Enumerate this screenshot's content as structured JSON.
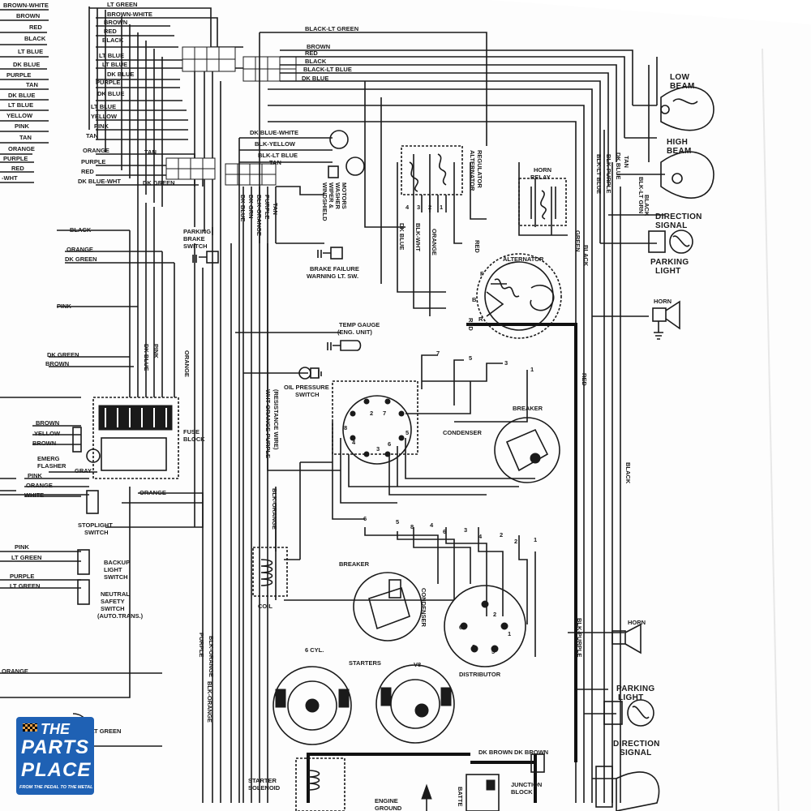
{
  "components": {
    "low_beam": [
      "LOW",
      "BEAM"
    ],
    "high_beam": [
      "HIGH",
      "BEAM"
    ],
    "direction_signal_top": [
      "DIRECTION",
      "SIGNAL"
    ],
    "parking_light_top": [
      "PARKING",
      "LIGHT"
    ],
    "horn_top": "HORN",
    "horn_relay": [
      "HORN",
      "RELAY"
    ],
    "alternator_regulator": [
      "ALTERNATOR",
      "REGULATOR"
    ],
    "alternator": "ALTERNATOR",
    "windshield_wiper": [
      "WINDSHIELD",
      "WIPER &",
      "WASHER",
      "MOTORS"
    ],
    "parking_brake_switch": [
      "PARKING",
      "BRAKE",
      "SWITCH"
    ],
    "brake_failure": [
      "BRAKE FAILURE",
      "WARNING LT. SW."
    ],
    "temp_gauge": [
      "TEMP GAUGE",
      "(ENG. UNIT)"
    ],
    "oil_pressure_switch": [
      "OIL PRESSURE",
      "SWITCH"
    ],
    "resistance_wire": "(RESISTANCE WIRE)",
    "resistance_wire_color": "WHT-ORANGE-PURPLE",
    "breaker_top": "BREAKER",
    "condenser_top": "CONDENSER",
    "fuse_block": [
      "FUSE",
      "BLOCK"
    ],
    "emerg_flasher": [
      "EMERG",
      "FLASHER"
    ],
    "stoplight_switch": [
      "STOPLIGHT",
      "SWITCH"
    ],
    "backup_light_switch": [
      "BACKUP",
      "LIGHT",
      "SWITCH"
    ],
    "neutral_safety_switch": [
      "NEUTRAL",
      "SAFETY",
      "SWITCH",
      "(AUTO.TRANS.)"
    ],
    "coil": "COIL",
    "breaker_bottom": "BREAKER",
    "condenser_bottom": "CONDENSER",
    "distributor": "DISTRIBUTOR",
    "starters": "STARTERS",
    "six_cyl": "6 CYL.",
    "v8": "V8",
    "horn_bottom": "HORN",
    "parking_light_bottom": [
      "PARKING",
      "LIGHT"
    ],
    "direction_signal_bottom": [
      "DIRECTION",
      "SIGNAL"
    ],
    "starter_solenoid": [
      "STARTER",
      "SOLENOID"
    ],
    "engine_ground": [
      "ENGINE",
      "GROUND"
    ],
    "junction_block": [
      "JUNCTION",
      "BLOCK"
    ],
    "battery_partial": "BATTE"
  },
  "wire_labels": {
    "left_column_top": [
      "BROWN-WHITE",
      "BROWN",
      "RED",
      "BLACK",
      "LT BLUE",
      "DK BLUE",
      "PURPLE",
      "TAN",
      "DK BLUE",
      "LT BLUE",
      "YELLOW",
      "PINK",
      "TAN"
    ],
    "left_column_mid": [
      "ORANGE",
      "PURPLE",
      "RED",
      "-WHT"
    ],
    "left_bundle": [
      "LT GREEN",
      "BROWN-WHITE",
      "BROWN",
      "RED",
      "BLACK",
      "LT BLUE",
      "LT BLUE",
      "DK BLUE",
      "PURPLE",
      "DK BLUE",
      "LT BLUE",
      "YELLOW",
      "PINK",
      "TAN",
      "ORANGE",
      "PURPLE",
      "RED",
      "DK BLUE-WHT"
    ],
    "top_run": [
      "BLACK-LT GREEN",
      "BROWN",
      "RED",
      "BLACK",
      "BLACK-LT BLUE",
      "DK BLUE"
    ],
    "wiper_bundle": [
      "DK BLUE-WHITE",
      "BLK-YELLOW",
      "BLK-LT BLUE",
      "TAN"
    ],
    "vertical_mid": [
      "DK BLUE",
      "DK GRN",
      "BLK-ORANGE",
      "PURPLE",
      "TAN"
    ],
    "regulator": [
      "DK BLUE",
      "BLK-WHT",
      "ORANGE"
    ],
    "misc": [
      "TAN",
      "DK GREEN",
      "BLACK",
      "ORANGE",
      "DK GREEN",
      "PINK",
      "DK GREEN",
      "BROWN",
      "BROWN",
      "YELLOW",
      "BROWN",
      "GRAY",
      "PINK",
      "ORANGE",
      "WHITE",
      "ORANGE",
      "PINK",
      "LT GREEN",
      "PURPLE",
      "LT GREEN",
      "BLK-ORANGE",
      "BLK-ORANGE",
      "PURPLE",
      "DK BROWN",
      "RED",
      "RED",
      "RED",
      "BLACK",
      "BLACK",
      "BLK-PURPLE",
      "DK BLUE",
      "TAN",
      "BLK-LT GRN",
      "BLK-LT BLUE",
      "BLK-PURPLE",
      "BLK-ORANGE",
      "LT GREEN",
      "ORANGE",
      "DK BLUE",
      "PINK",
      "ORANGE",
      "GREEN",
      "BLACK"
    ],
    "bottom_run": [
      "DK BROWN"
    ]
  },
  "terminal_numbers": {
    "switch_top": [
      "7",
      "5",
      "3",
      "1",
      "8",
      "2",
      "7",
      "5",
      "4",
      "3",
      "6"
    ],
    "distributor": [
      "6",
      "5",
      "8",
      "4",
      "6",
      "3",
      "4",
      "2",
      "2",
      "1",
      "6",
      "3",
      "5",
      "1",
      "2"
    ],
    "regulator": [
      "4",
      "3",
      "2",
      "1"
    ],
    "alternator": [
      "F",
      "B",
      "R"
    ]
  },
  "logo": {
    "line1": "THE",
    "line2": "PARTS",
    "line3": "PLACE",
    "tagline": "FROM THE PEDAL TO THE METAL"
  }
}
